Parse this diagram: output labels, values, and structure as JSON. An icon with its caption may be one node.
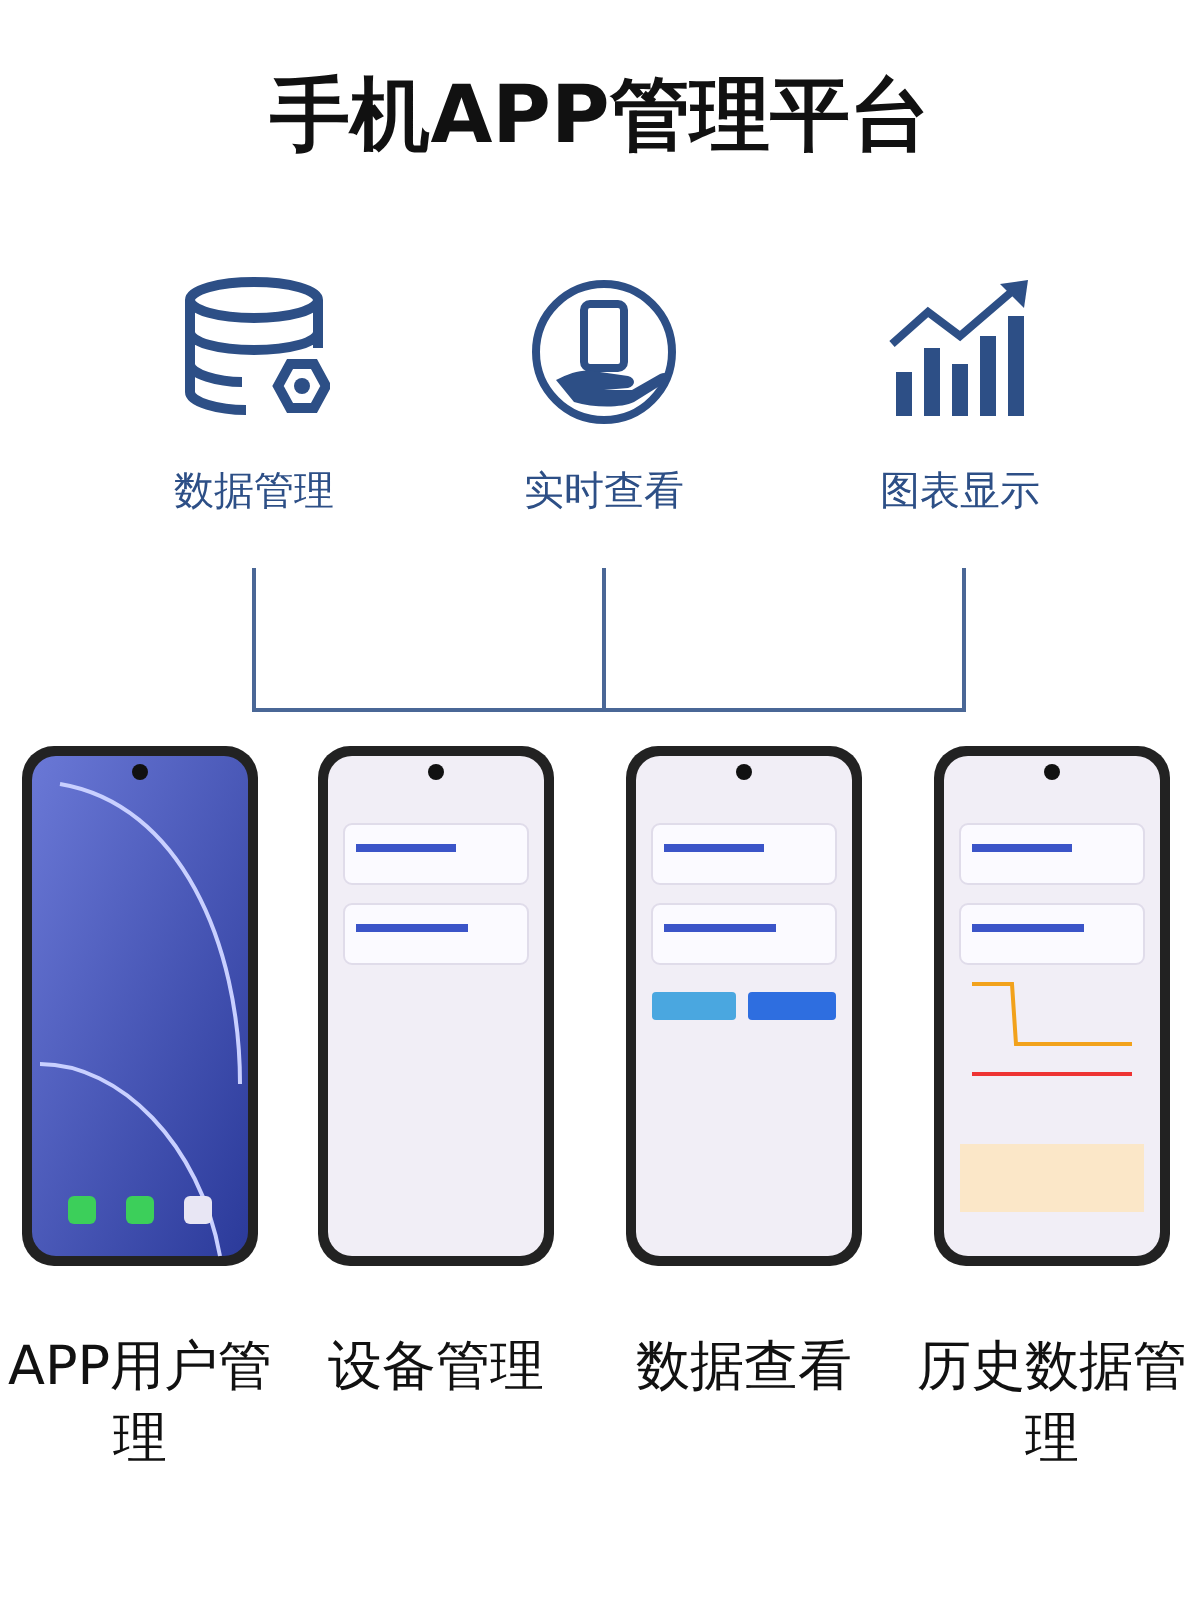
{
  "diagram": {
    "title": "手机APP管理平台",
    "labels": [
      "数据管理",
      "实时查看",
      "图表显示",
      "APP用户管理",
      "设备管理",
      "数据查看",
      "历史数据管理"
    ]
  }
}
